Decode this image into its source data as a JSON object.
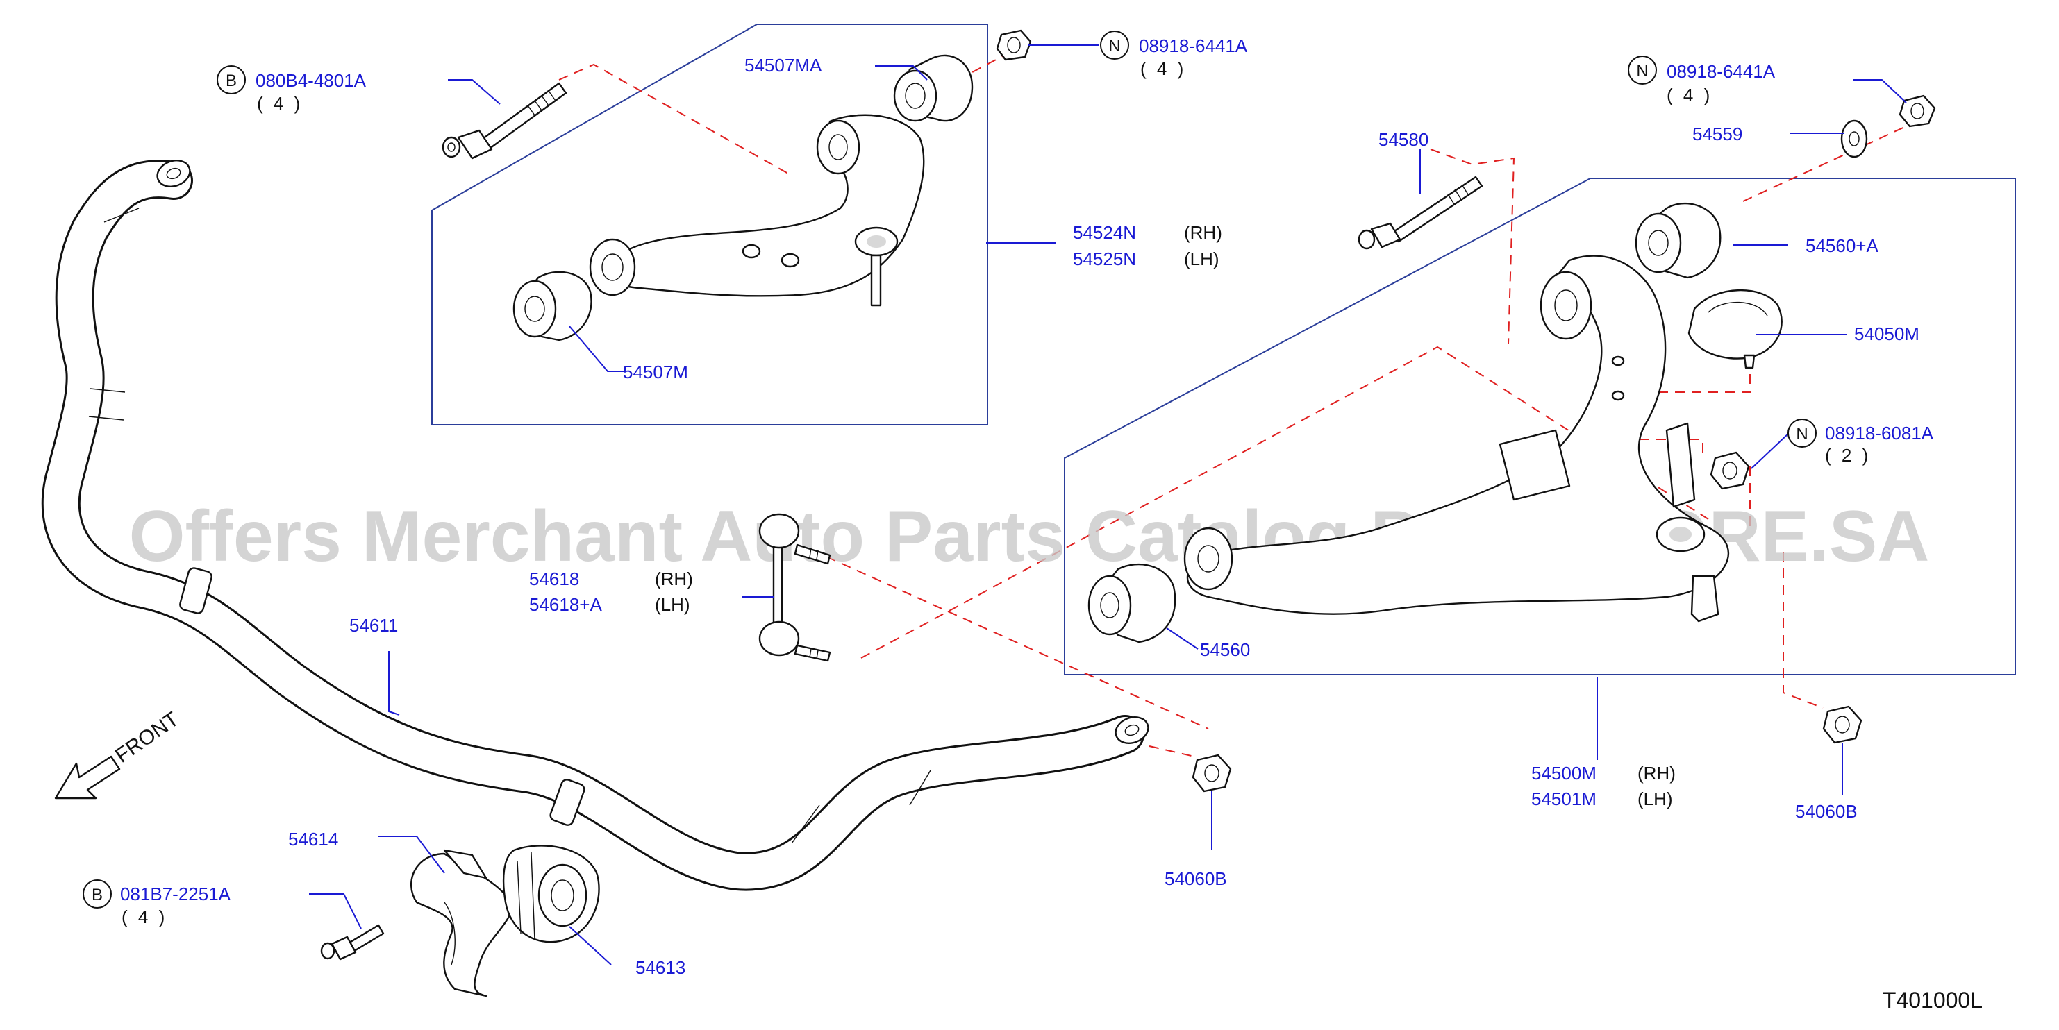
{
  "diagram": {
    "watermark": "Offers Merchant Auto Parts Catalog PARTSTORE.SA",
    "drawing_number": "T401000L",
    "front_label": "FRONT",
    "symbols": {
      "bolt": "B",
      "nut": "N"
    },
    "callouts": {
      "bolt_080b4": {
        "part": "080B4-4801A",
        "qty": "( 4 )"
      },
      "nut_08918_upper": {
        "part": "08918-6441A",
        "qty": "( 4 )"
      },
      "nut_08918_right": {
        "part": "08918-6441A",
        "qty": "( 4 )"
      },
      "bushing_54507ma": {
        "part": "54507MA"
      },
      "bushing_54507m": {
        "part": "54507M"
      },
      "upper_arm": {
        "part_rh": "54524N",
        "side_rh": "(RH)",
        "part_lh": "54525N",
        "side_lh": "(LH)"
      },
      "bolt_54580": {
        "part": "54580"
      },
      "washer_54559": {
        "part": "54559"
      },
      "bushing_54560a": {
        "part": "54560+A"
      },
      "bumper_54050m": {
        "part": "54050M"
      },
      "nut_08918_6081": {
        "part": "08918-6081A",
        "qty": "( 2 )"
      },
      "link": {
        "part_rh": "54618",
        "side_rh": "(RH)",
        "part_lh": "54618+A",
        "side_lh": "(LH)"
      },
      "stabilizer": {
        "part": "54611"
      },
      "bushing_54560": {
        "part": "54560"
      },
      "lower_arm": {
        "part_rh": "54500M",
        "side_rh": "(RH)",
        "part_lh": "54501M",
        "side_lh": "(LH)"
      },
      "nut_54060b_right": {
        "part": "54060B"
      },
      "nut_54060b_center": {
        "part": "54060B"
      },
      "clamp_54614": {
        "part": "54614"
      },
      "bushing_54613": {
        "part": "54613"
      },
      "bolt_081b7": {
        "part": "081B7-2251A",
        "qty": "( 4 )"
      }
    }
  }
}
